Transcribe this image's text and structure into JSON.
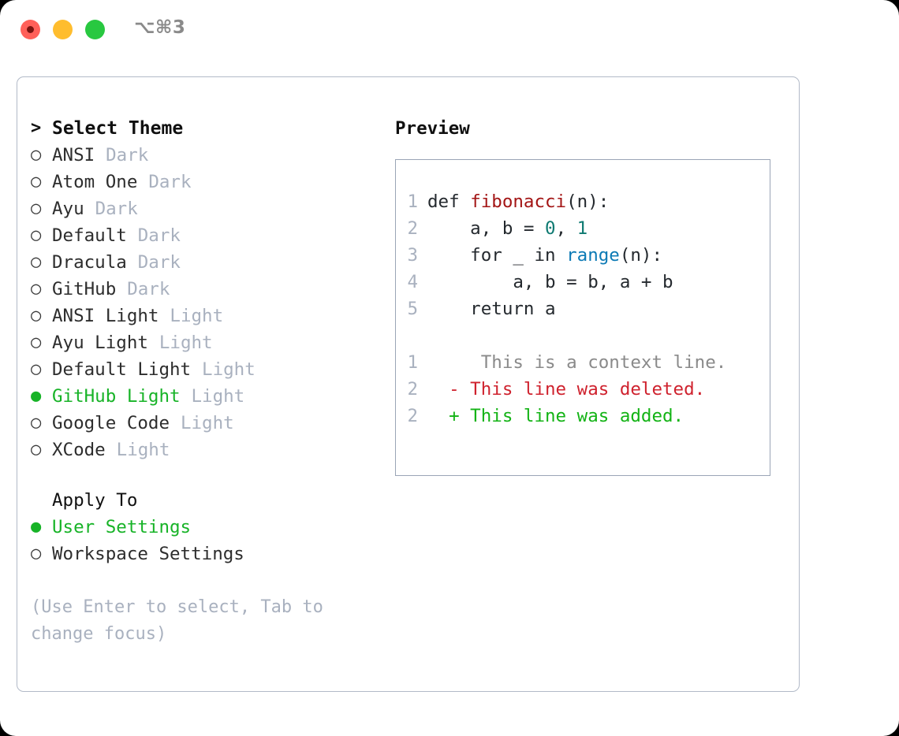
{
  "titlebar": {
    "shortcut": "⌥⌘3",
    "buttons": [
      {
        "name": "close",
        "color": "#ff6059"
      },
      {
        "name": "minimize",
        "color": "#ffbd2e"
      },
      {
        "name": "maximize",
        "color": "#28c840"
      }
    ]
  },
  "theme_list": {
    "heading": "Select Theme",
    "heading_marker": ">",
    "marker_unselected": "○",
    "marker_selected": "●",
    "items": [
      {
        "label": "ANSI",
        "variant": "Dark",
        "selected": false
      },
      {
        "label": "Atom One",
        "variant": "Dark",
        "selected": false
      },
      {
        "label": "Ayu",
        "variant": "Dark",
        "selected": false
      },
      {
        "label": "Default",
        "variant": "Dark",
        "selected": false
      },
      {
        "label": "Dracula",
        "variant": "Dark",
        "selected": false
      },
      {
        "label": "GitHub",
        "variant": "Dark",
        "selected": false
      },
      {
        "label": "ANSI Light",
        "variant": "Light",
        "selected": false
      },
      {
        "label": "Ayu Light",
        "variant": "Light",
        "selected": false
      },
      {
        "label": "Default Light",
        "variant": "Light",
        "selected": false
      },
      {
        "label": "GitHub Light",
        "variant": "Light",
        "selected": true
      },
      {
        "label": "Google Code",
        "variant": "Light",
        "selected": false
      },
      {
        "label": "XCode",
        "variant": "Light",
        "selected": false
      }
    ]
  },
  "apply_to": {
    "title": "Apply To",
    "options": [
      {
        "label": "User Settings",
        "selected": true
      },
      {
        "label": "Workspace Settings",
        "selected": false
      }
    ]
  },
  "hint": "(Use Enter to select, Tab to change focus)",
  "preview": {
    "label": "Preview",
    "code_lines": [
      {
        "number": "1",
        "tokens": [
          {
            "text": "def ",
            "kind": "plain"
          },
          {
            "text": "fibonacci",
            "kind": "fn"
          },
          {
            "text": "(n):",
            "kind": "plain"
          }
        ]
      },
      {
        "number": "2",
        "tokens": [
          {
            "text": "    a, b = ",
            "kind": "plain"
          },
          {
            "text": "0",
            "kind": "num"
          },
          {
            "text": ", ",
            "kind": "plain"
          },
          {
            "text": "1",
            "kind": "num"
          }
        ]
      },
      {
        "number": "3",
        "tokens": [
          {
            "text": "    for _ in ",
            "kind": "plain"
          },
          {
            "text": "range",
            "kind": "call"
          },
          {
            "text": "(n):",
            "kind": "plain"
          }
        ]
      },
      {
        "number": "4",
        "tokens": [
          {
            "text": "        a, b = b, a + b",
            "kind": "plain"
          }
        ]
      },
      {
        "number": "5",
        "tokens": [
          {
            "text": "    return a",
            "kind": "plain"
          }
        ]
      }
    ],
    "diff_lines": [
      {
        "number": "1",
        "sign": " ",
        "text": "  This is a context line.",
        "kind": "ctx"
      },
      {
        "number": "2",
        "sign": "-",
        "text": " This line was deleted.",
        "kind": "del"
      },
      {
        "number": "2",
        "sign": "+",
        "text": " This line was added.",
        "kind": "add"
      }
    ]
  },
  "colors": {
    "accent_green": "#17b327",
    "muted": "#a9b1bf",
    "function": "#a31515",
    "number": "#0f7a72",
    "builtin": "#0c7ab5",
    "diff_delete": "#cf222e",
    "diff_add": "#13b315",
    "border": "#b2bac8"
  }
}
